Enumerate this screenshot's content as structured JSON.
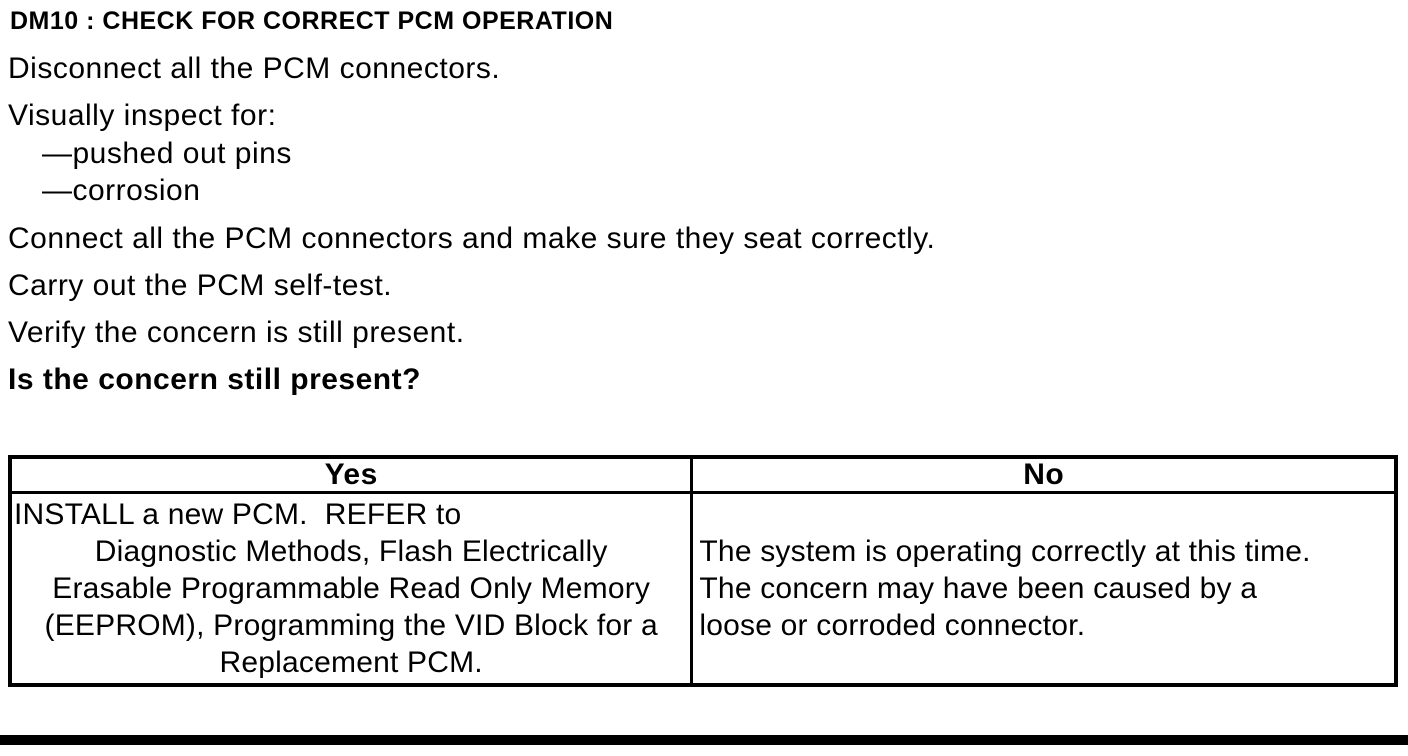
{
  "colors": {
    "text": "#000000",
    "border": "#000000",
    "background": "#ffffff"
  },
  "heading": "DM10 : CHECK FOR CORRECT PCM OPERATION",
  "steps": {
    "disconnect": "Disconnect all the PCM connectors.",
    "inspect": "Visually inspect for:",
    "connect": "Connect all the PCM connectors and make sure they seat correctly.",
    "self_test": "Carry out the PCM self-test.",
    "verify": "Verify the concern is still present."
  },
  "inspection_items": [
    "—pushed out pins",
    "—corrosion"
  ],
  "question": "Is the concern still present?",
  "table": {
    "headers": [
      "Yes",
      "No"
    ],
    "yes_lines": [
      "INSTALL a new PCM.  REFER to",
      "Diagnostic Methods, Flash Electrically",
      "Erasable Programmable Read Only Memory",
      "(EEPROM), Programming the VID Block for a",
      "Replacement PCM."
    ],
    "no_lines": [
      "The system is operating correctly at this time.",
      "The concern may have been caused by a",
      "loose or corroded connector."
    ]
  }
}
